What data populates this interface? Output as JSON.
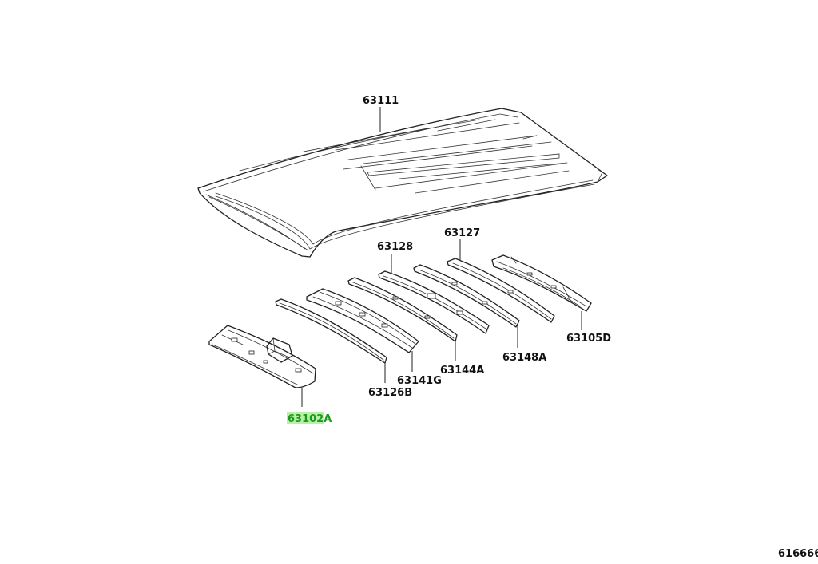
{
  "diagram": {
    "parts": [
      {
        "id": "roof-panel",
        "label": "63111",
        "highlighted": false
      },
      {
        "id": "bow-3",
        "label": "63128",
        "highlighted": false
      },
      {
        "id": "bow-5",
        "label": "63127",
        "highlighted": false
      },
      {
        "id": "front-reinforcement",
        "label": "63126B",
        "highlighted": false
      },
      {
        "id": "bow-1",
        "label": "63141G",
        "highlighted": false
      },
      {
        "id": "bow-2",
        "label": "63144A",
        "highlighted": false
      },
      {
        "id": "bow-4",
        "label": "63148A",
        "highlighted": false
      },
      {
        "id": "rear-reinforcement",
        "label": "63105D",
        "highlighted": false
      },
      {
        "id": "front-header-panel",
        "label": "63102A",
        "highlighted": true
      }
    ],
    "figure_number": "616666",
    "colors": {
      "highlight_text": "#1c9a1c",
      "highlight_background": "#b9f0a8",
      "line": "#222222"
    }
  }
}
